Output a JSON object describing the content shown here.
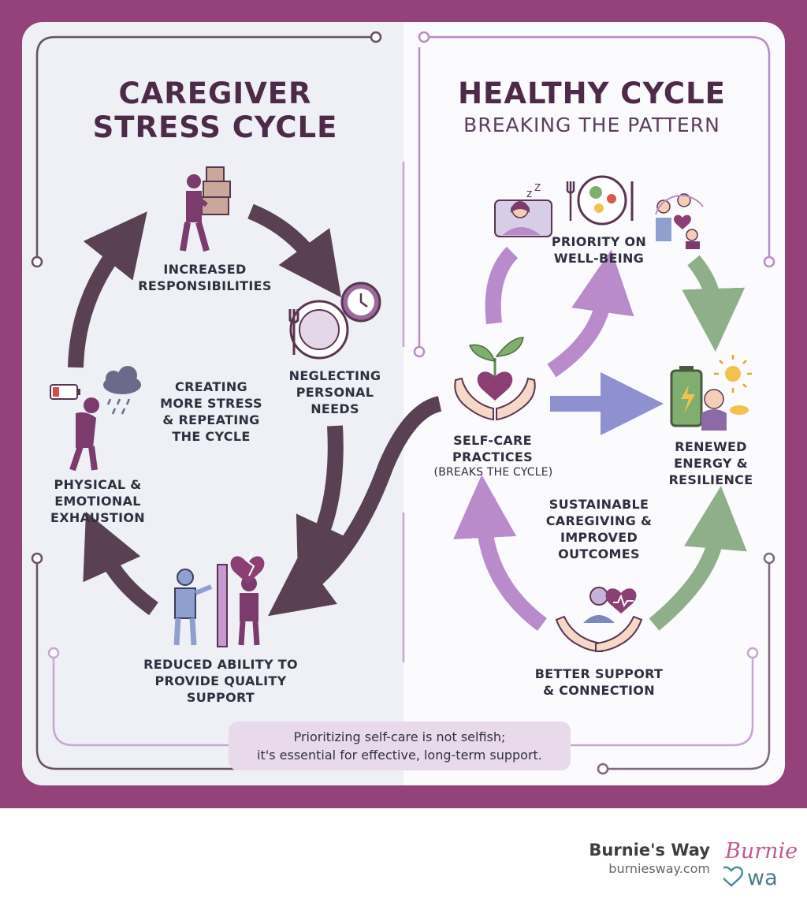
{
  "left": {
    "title_line1": "CAREGIVER",
    "title_line2": "STRESS CYCLE",
    "center_line1": "CREATING",
    "center_line2": "MORE STRESS",
    "center_line3": "& REPEATING",
    "center_line4": "THE CYCLE",
    "nodes": [
      {
        "lines": [
          "INCREASED",
          "RESPONSIBILITIES"
        ]
      },
      {
        "lines": [
          "NEGLECTING",
          "PERSONAL",
          "NEEDS"
        ]
      },
      {
        "lines": [
          "REDUCED ABILITY TO",
          "PROVIDE QUALITY",
          "SUPPORT"
        ]
      },
      {
        "lines": [
          "PHYSICAL &",
          "EMOTIONAL",
          "EXHAUSTION"
        ]
      }
    ]
  },
  "right": {
    "title": "HEALTHY CYCLE",
    "subtitle": "BREAKING THE PATTERN",
    "center_line1": "SUSTAINABLE",
    "center_line2": "CAREGIVING &",
    "center_line3": "IMPROVED",
    "center_line4": "OUTCOMES",
    "nodes": [
      {
        "lines": [
          "SELF-CARE",
          "PRACTICES"
        ],
        "note": "(BREAKS THE CYCLE)"
      },
      {
        "lines": [
          "PRIORITY ON",
          "WELL-BEING"
        ]
      },
      {
        "lines": [
          "RENEWED",
          "ENERGY &",
          "RESILIENCE"
        ]
      },
      {
        "lines": [
          "BETTER SUPPORT",
          "& CONNECTION"
        ]
      }
    ]
  },
  "quote": {
    "line1": "Prioritizing self-care is not selfish;",
    "line2": "it's essential for effective, long-term support."
  },
  "brand": {
    "name": "Burnie's Way",
    "url": "burniesway.com",
    "logo_line1": "Burnie",
    "logo_line2": "wa"
  },
  "colors": {
    "frame": "#93427a",
    "stress_arrow": "#594153",
    "healthy_arrow_purple": "#b98bca",
    "healthy_arrow_green": "#8fae8a",
    "healthy_arrow_blue": "#8e90cf"
  }
}
